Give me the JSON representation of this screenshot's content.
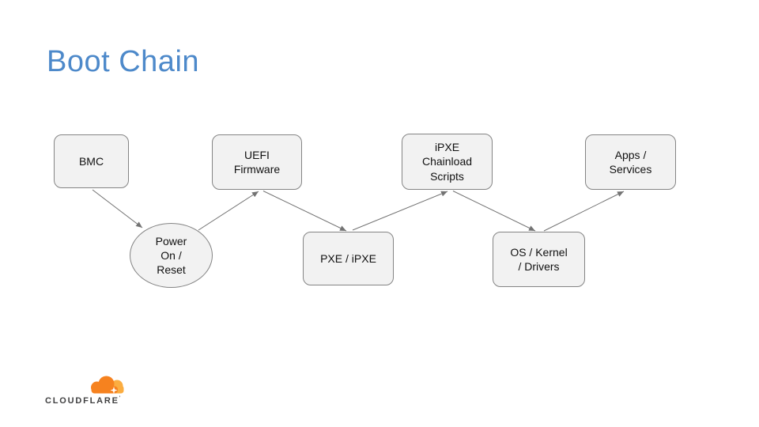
{
  "slide": {
    "title": "Boot Chain",
    "title_color": "#4d89ca",
    "background": "#ffffff"
  },
  "diagram": {
    "nodes": [
      {
        "id": "bmc",
        "label": "BMC",
        "shape": "rounded-rect"
      },
      {
        "id": "power",
        "label": "Power\nOn /\nReset",
        "shape": "ellipse"
      },
      {
        "id": "uefi",
        "label": "UEFI\nFirmware",
        "shape": "rounded-rect"
      },
      {
        "id": "pxe",
        "label": "PXE / iPXE",
        "shape": "rounded-rect"
      },
      {
        "id": "chainload",
        "label": "iPXE\nChainload\nScripts",
        "shape": "rounded-rect"
      },
      {
        "id": "os",
        "label": "OS / Kernel\n/ Drivers",
        "shape": "rounded-rect"
      },
      {
        "id": "apps",
        "label": "Apps /\nServices",
        "shape": "rounded-rect"
      }
    ],
    "connections": [
      {
        "from": "bmc",
        "to": "power"
      },
      {
        "from": "power",
        "to": "uefi"
      },
      {
        "from": "uefi",
        "to": "pxe"
      },
      {
        "from": "pxe",
        "to": "chainload"
      },
      {
        "from": "chainload",
        "to": "os"
      },
      {
        "from": "os",
        "to": "apps"
      }
    ],
    "node_fill": "#f2f2f2",
    "node_border": "#848484",
    "arrow_color": "#737373"
  },
  "logo": {
    "wordmark": "CLOUDFLARE",
    "tm": "'",
    "cloud_primary": "#f6821f",
    "cloud_secondary": "#fbad41",
    "wordmark_color": "#404041"
  }
}
